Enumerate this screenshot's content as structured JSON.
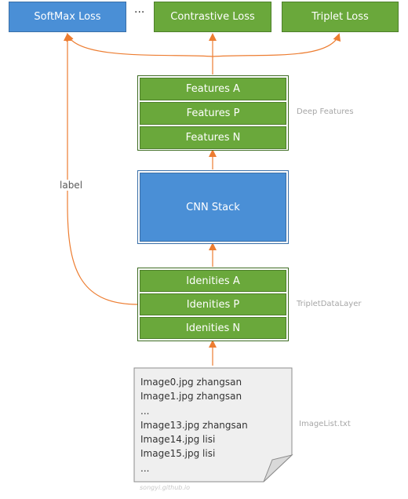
{
  "losses": {
    "softmax": "SoftMax Loss",
    "ellipsis": "···",
    "contrastive": "Contrastive Loss",
    "triplet": "Triplet Loss"
  },
  "features": {
    "a": "Features A",
    "p": "Features P",
    "n": "Features N",
    "side_label": "Deep Features"
  },
  "cnn": {
    "label": "CNN Stack"
  },
  "identities": {
    "a": "Idenities A",
    "p": "Idenities P",
    "n": "Idenities N",
    "side_label": "TripletDataLayer"
  },
  "edge_label": "label",
  "imagelist": {
    "lines": [
      "Image0.jpg zhangsan",
      "Image1.jpg zhangsan",
      "...",
      "Image13.jpg zhangsan",
      "Image14.jpg lisi",
      "Image15.jpg lisi",
      "..."
    ],
    "side_label": "ImageList.txt"
  },
  "watermark": "songyi.github.io",
  "colors": {
    "blue": "#4a8fd6",
    "green": "#6aa83b",
    "arrow": "#ed7d31",
    "document": "#efefef"
  }
}
